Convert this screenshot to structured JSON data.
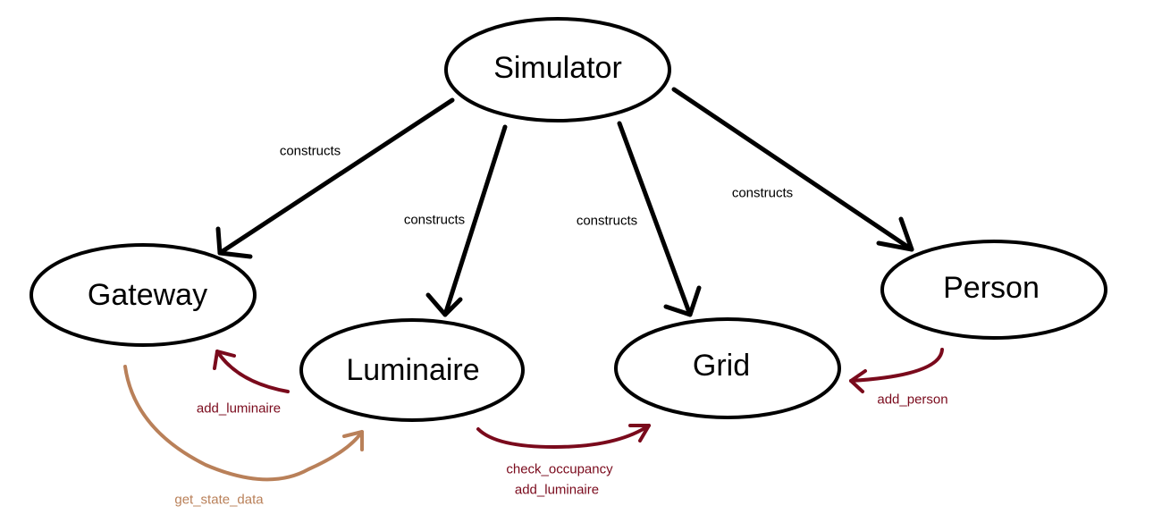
{
  "nodes": {
    "simulator": "Simulator",
    "gateway": "Gateway",
    "luminaire": "Luminaire",
    "grid": "Grid",
    "person": "Person"
  },
  "edges": {
    "sim_to_gateway": "constructs",
    "sim_to_luminaire": "constructs",
    "sim_to_grid": "constructs",
    "sim_to_person": "constructs",
    "luminaire_to_gateway": "add_luminaire",
    "gateway_to_luminaire": "get_state_data",
    "luminaire_to_grid_1": "check_occupancy",
    "luminaire_to_grid_2": "add_luminaire",
    "person_to_grid": "add_person"
  },
  "colors": {
    "construct_edge": "#000000",
    "call_edge": "#7a0a1c",
    "data_edge": "#b98059"
  }
}
